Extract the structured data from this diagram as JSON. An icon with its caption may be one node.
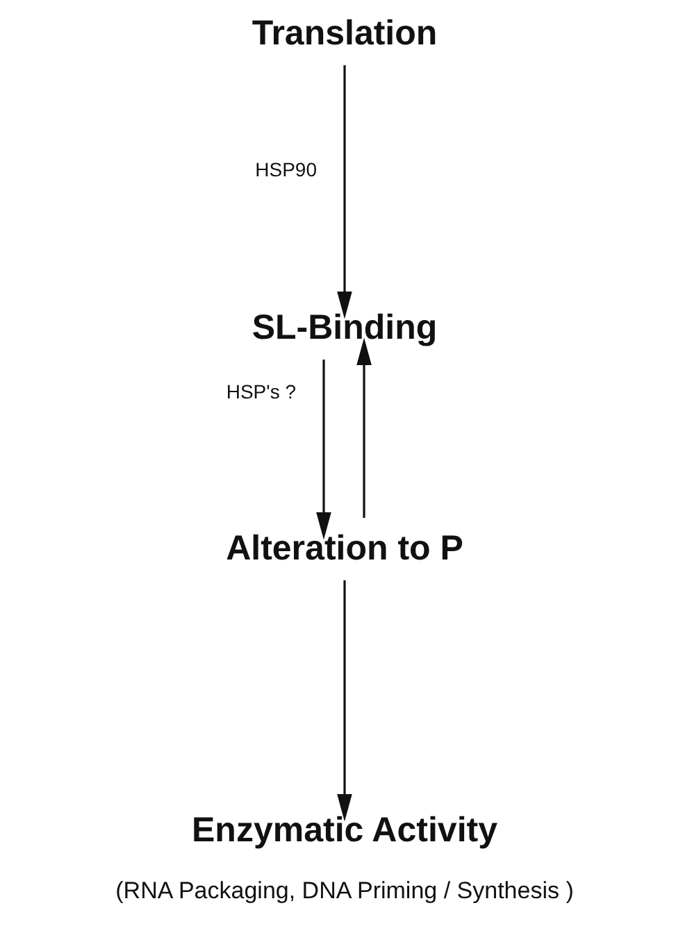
{
  "diagram": {
    "nodes": [
      {
        "text": [
          "Translation"
        ]
      },
      {
        "text": [
          "SL-Binding"
        ]
      },
      {
        "text": [
          "Alteration to P"
        ]
      },
      {
        "text": [
          "Enzymatic Activity"
        ],
        "beside": [
          "(RNA Packaging, DNA Priming / Synthesis )"
        ]
      }
    ],
    "edges": [
      {
        "from": 0,
        "to": 1,
        "arrow": "to",
        "label": "HSP90"
      },
      {
        "from": 1,
        "to": 2,
        "arrow": "to",
        "label": "HSP's ?"
      },
      {
        "from": 2,
        "to": 1,
        "arrow": "to"
      },
      {
        "from": 2,
        "to": 3,
        "arrow": "to"
      }
    ]
  }
}
